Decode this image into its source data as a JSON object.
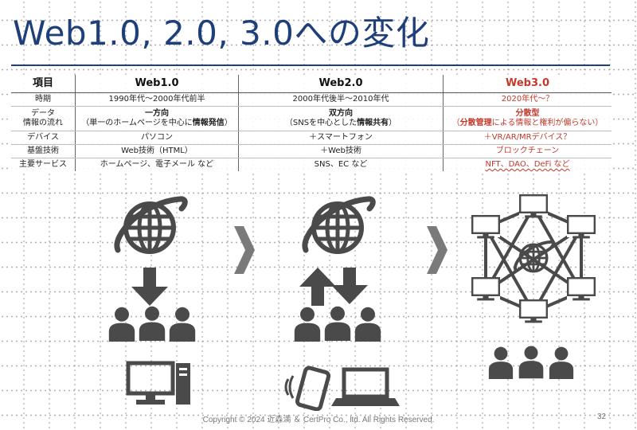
{
  "title": "Web1.0, 2.0, 3.0への変化",
  "table": {
    "header": {
      "label": "項目",
      "web1": "Web1.0",
      "web2": "Web2.0",
      "web3": "Web3.0"
    },
    "rows": {
      "period": {
        "label": "時期",
        "web1": "1990年代～2000年代前半",
        "web2": "2000年代後半～2010年代",
        "web3": "2020年代～？"
      },
      "flow": {
        "label_line1": "データ",
        "label_line2": "情報の流れ",
        "web1_main": "一方向",
        "web1_sub_pre": "（単一のホームページを中心に",
        "web1_sub_bold": "情報発信",
        "web1_sub_post": "）",
        "web2_main": "双方向",
        "web2_sub_pre": "（SNSを中心とした",
        "web2_sub_bold": "情報共有",
        "web2_sub_post": "）",
        "web3_main": "分散型",
        "web3_sub_pre": "（",
        "web3_sub_bold": "分散管理",
        "web3_sub_post": "による情報と権利が偏らない）"
      },
      "device": {
        "label": "デバイス",
        "web1": "パソコン",
        "web2": "＋スマートフォン",
        "web3": "＋VR/AR/MRデバイス？"
      },
      "tech": {
        "label": "基盤技術",
        "web1": "Web技術（HTML）",
        "web2": "＋Web技術",
        "web3": "ブロックチェーン"
      },
      "service": {
        "label": "主要サービス",
        "web1": "ホームページ、電子メール など",
        "web2": "SNS、EC など",
        "web3": "NFT、DAO、DeFi など"
      }
    }
  },
  "footer": {
    "copyright": "Copyright © 2024 近森満 ＆ CertPro Co., ltd. All Rights Reserved.",
    "page": "32"
  },
  "colors": {
    "title": "#1f3f7a",
    "web3": "#c0392b",
    "icon": "#4a4a4a",
    "chevron": "#7a7a7a"
  },
  "icons": [
    "globe-icon",
    "arrow-down-icon",
    "arrow-up-icon",
    "people-group-icon",
    "desktop-pc-icon",
    "smartphone-icon",
    "laptop-icon",
    "network-node-icon",
    "chevron-right-icon"
  ]
}
